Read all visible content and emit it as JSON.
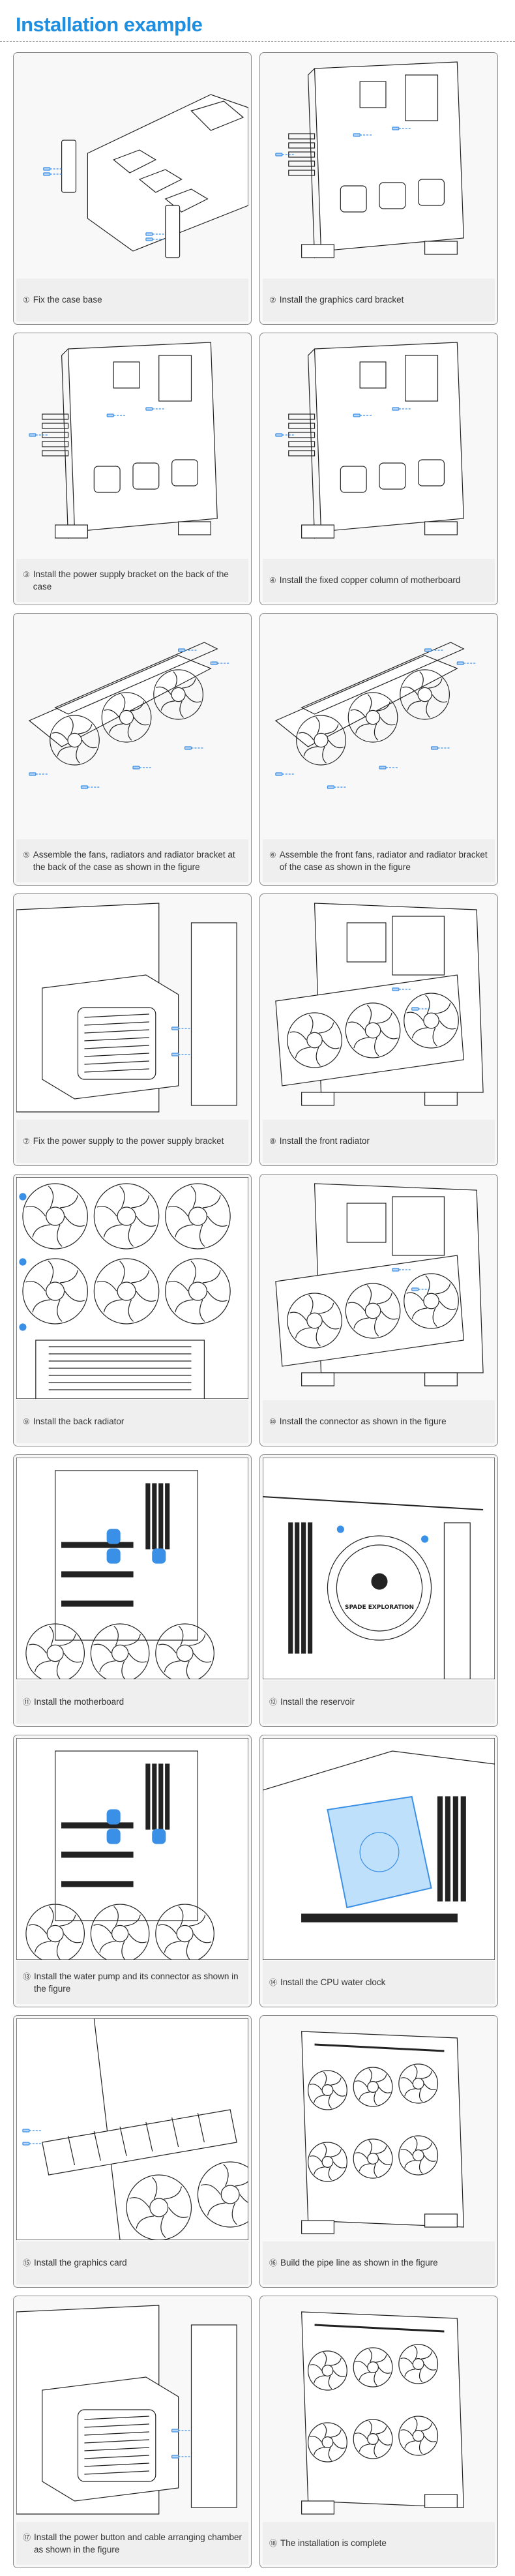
{
  "page": {
    "title": "Installation example",
    "accent_color": "#1e8fe0",
    "highlight_color": "#3a8fe6"
  },
  "steps": [
    {
      "num": "①",
      "label": "Fix the case base",
      "scene": "base"
    },
    {
      "num": "②",
      "label": "Install the graphics card bracket",
      "scene": "frame"
    },
    {
      "num": "③",
      "label": "Install the power supply bracket on the back of the case",
      "scene": "frame"
    },
    {
      "num": "④",
      "label": "Install the fixed copper column of motherboard",
      "scene": "frame"
    },
    {
      "num": "⑤",
      "label": "Assemble the fans, radiators and radiator bracket at the back of the case as shown in the figure",
      "scene": "radiator"
    },
    {
      "num": "⑥",
      "label": "Assemble the front fans, radiator and radiator bracket of the case as shown in the figure",
      "scene": "radiator"
    },
    {
      "num": "⑦",
      "label": "Fix the power supply to the power supply bracket",
      "scene": "psu"
    },
    {
      "num": "⑧",
      "label": "Install the front radiator",
      "scene": "frame-fans"
    },
    {
      "num": "⑨",
      "label": "Install the back radiator",
      "scene": "fans-grid"
    },
    {
      "num": "⑩",
      "label": "Install the connector as shown in the figure",
      "scene": "frame-fans"
    },
    {
      "num": "⑪",
      "label": "Install the motherboard",
      "scene": "board"
    },
    {
      "num": "⑫",
      "label": "Install the reservoir",
      "scene": "reservoir"
    },
    {
      "num": "⑬",
      "label": "Install the water pump and its connector as shown in the figure",
      "scene": "board"
    },
    {
      "num": "⑭",
      "label": "Install the CPU water clock",
      "scene": "cpu"
    },
    {
      "num": "⑮",
      "label": "Install the graphics card",
      "scene": "gpu"
    },
    {
      "num": "⑯",
      "label": "Build the pipe line as shown in the figure",
      "scene": "complete"
    },
    {
      "num": "⑰",
      "label": "Install the power button and cable arranging chamber as shown in the figure",
      "scene": "psu"
    },
    {
      "num": "⑱",
      "label": "The installation is complete",
      "scene": "complete"
    }
  ],
  "illustration_text": {
    "reservoir_brand": "SPADE EXPLORATION"
  }
}
